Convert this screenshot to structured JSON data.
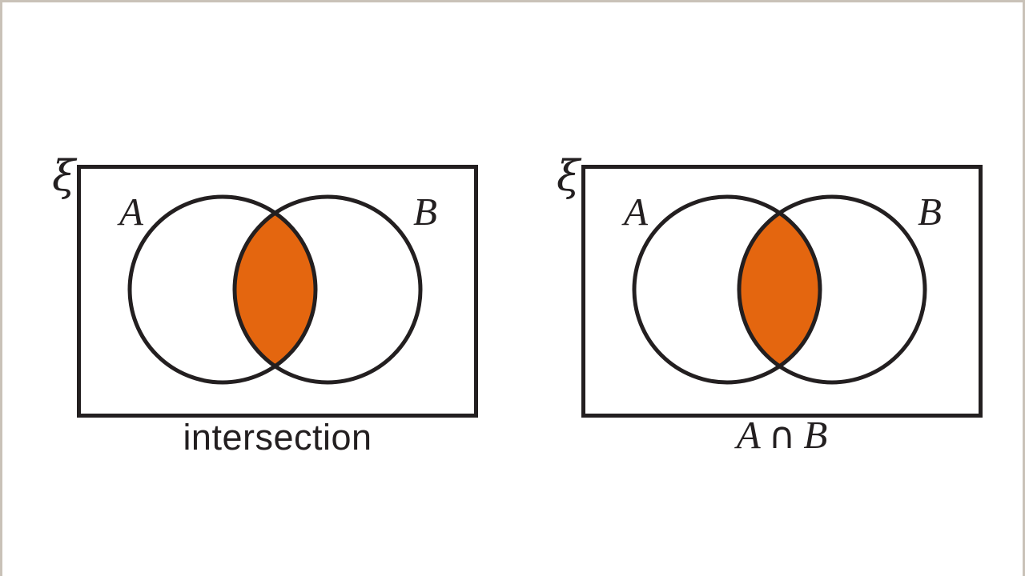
{
  "colors": {
    "stroke": "#231f20",
    "intersection_fill": "#e4660f",
    "frame_border": "#c9c2b8",
    "background": "#ffffff"
  },
  "diagrams": [
    {
      "universal_set_label": "ξ",
      "set_a_label": "A",
      "set_b_label": "B",
      "caption": "intersection"
    },
    {
      "universal_set_label": "ξ",
      "set_a_label": "A",
      "set_b_label": "B",
      "caption": "A ∩ B",
      "caption_parts": {
        "left": "A",
        "operator": "∩",
        "right": "B"
      }
    }
  ]
}
